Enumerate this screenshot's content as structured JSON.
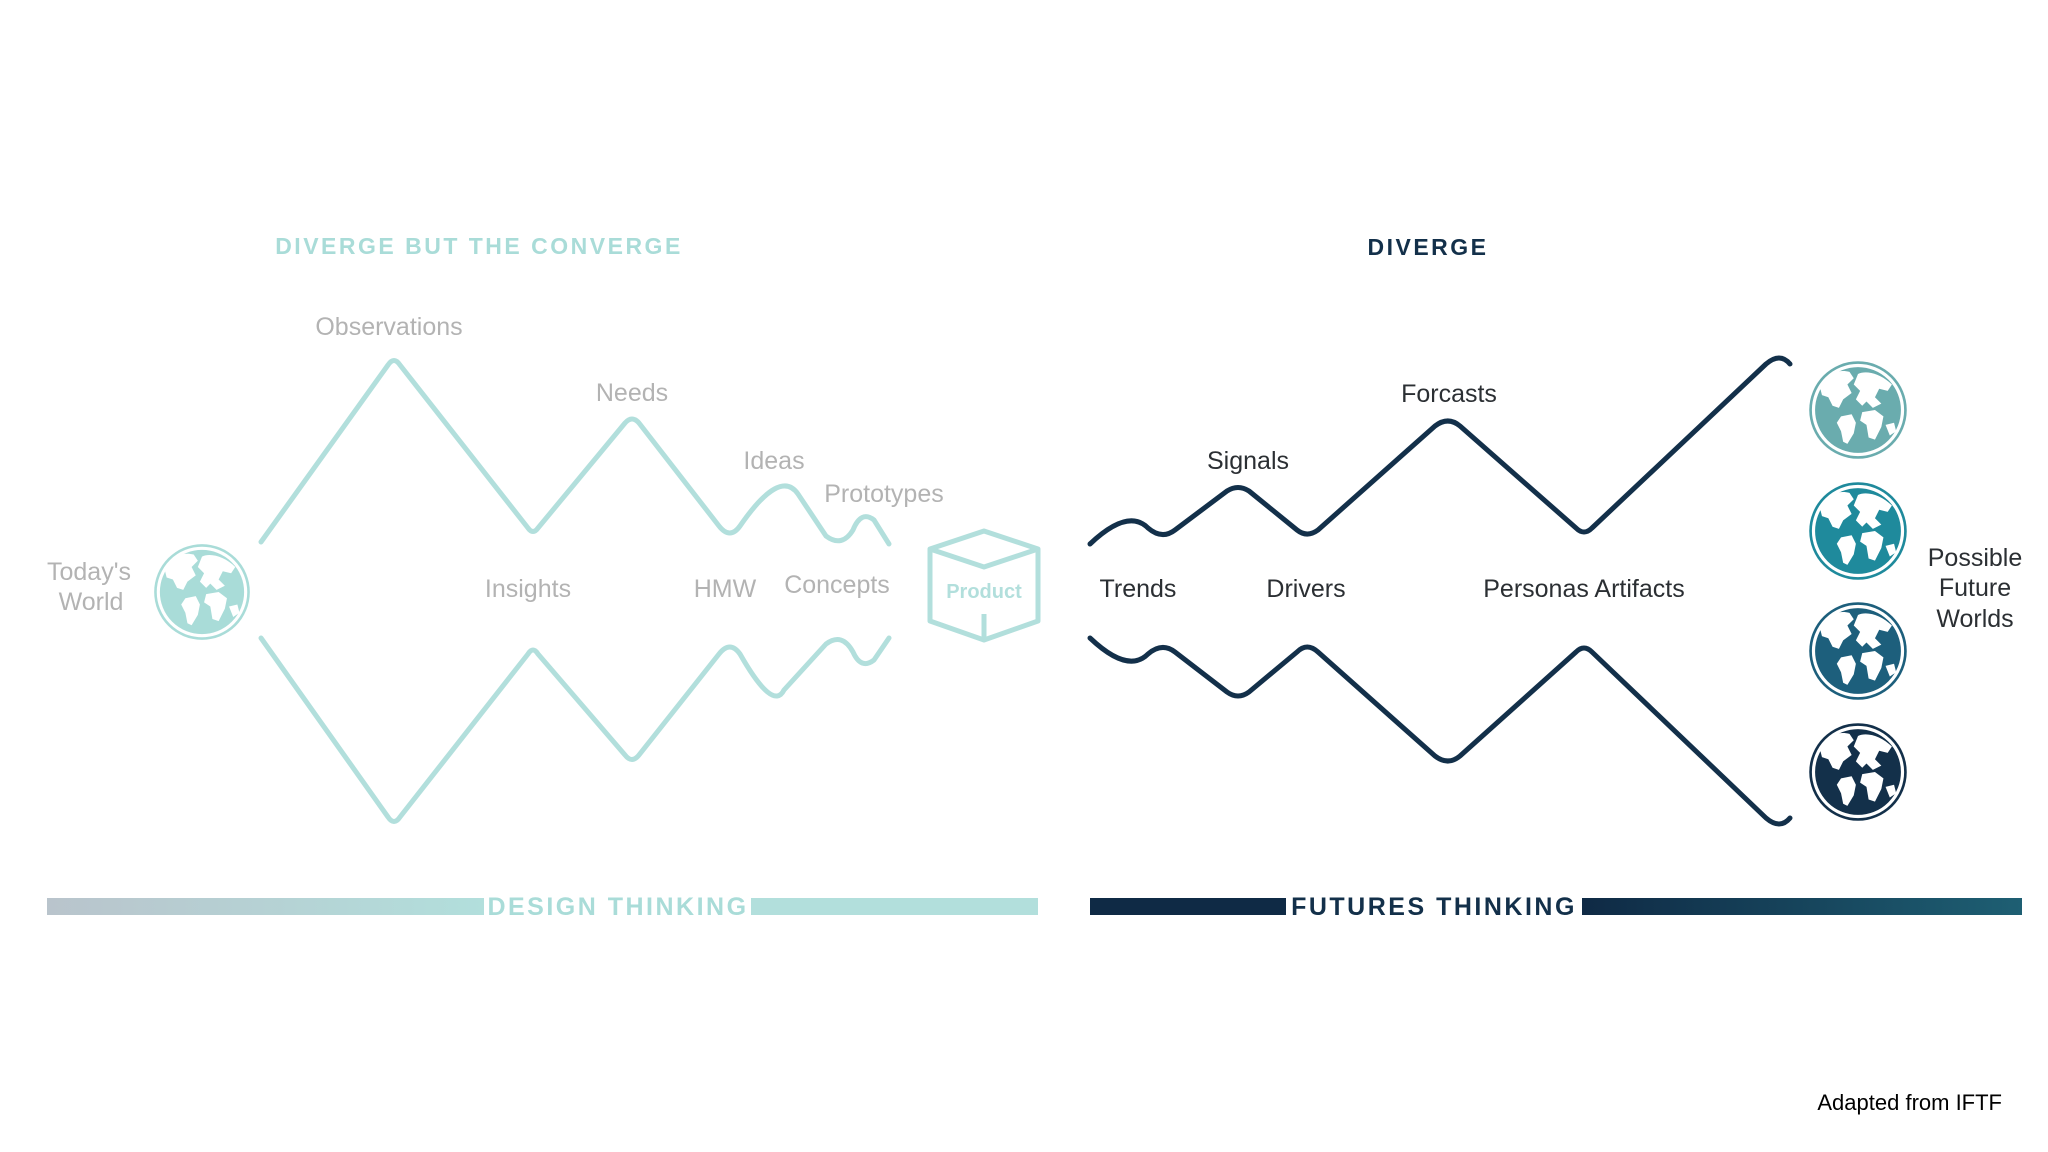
{
  "design_thinking": {
    "heading": "DIVERGE BUT THE CONVERGE",
    "band_label": "DESIGN THINKING",
    "start_label_line1": "Today's",
    "start_label_line2": "World",
    "product_label": "Product",
    "upper_labels": [
      "Observations",
      "Needs",
      "Ideas",
      "Prototypes"
    ],
    "lower_labels": [
      "Insights",
      "HMW",
      "Concepts"
    ],
    "colors": {
      "line": "#b2dfdc",
      "heading": "#a9dcd8",
      "labels": "#b3b3b3",
      "band_left": "#b9c4cc",
      "band_right": "#b2dfdc"
    }
  },
  "futures_thinking": {
    "heading": "DIVERGE",
    "band_label": "FUTURES THINKING",
    "upper_labels": [
      "Signals",
      "Forcasts"
    ],
    "lower_labels": [
      "Trends",
      "Drivers",
      "Personas Artifacts"
    ],
    "end_label_line1": "Possible",
    "end_label_line2": "Future",
    "end_label_line3": "Worlds",
    "colors": {
      "line": "#13304a",
      "heading": "#13304a",
      "labels": "#2b2f33",
      "band_left": "#0f2a45",
      "band_right": "#1e5f73"
    }
  },
  "globes": {
    "start_color": "#a9dcd8",
    "future_colors": [
      "#6aacae",
      "#1f8a9c",
      "#1d5f7c",
      "#13304a"
    ]
  },
  "credit": "Adapted from IFTF"
}
